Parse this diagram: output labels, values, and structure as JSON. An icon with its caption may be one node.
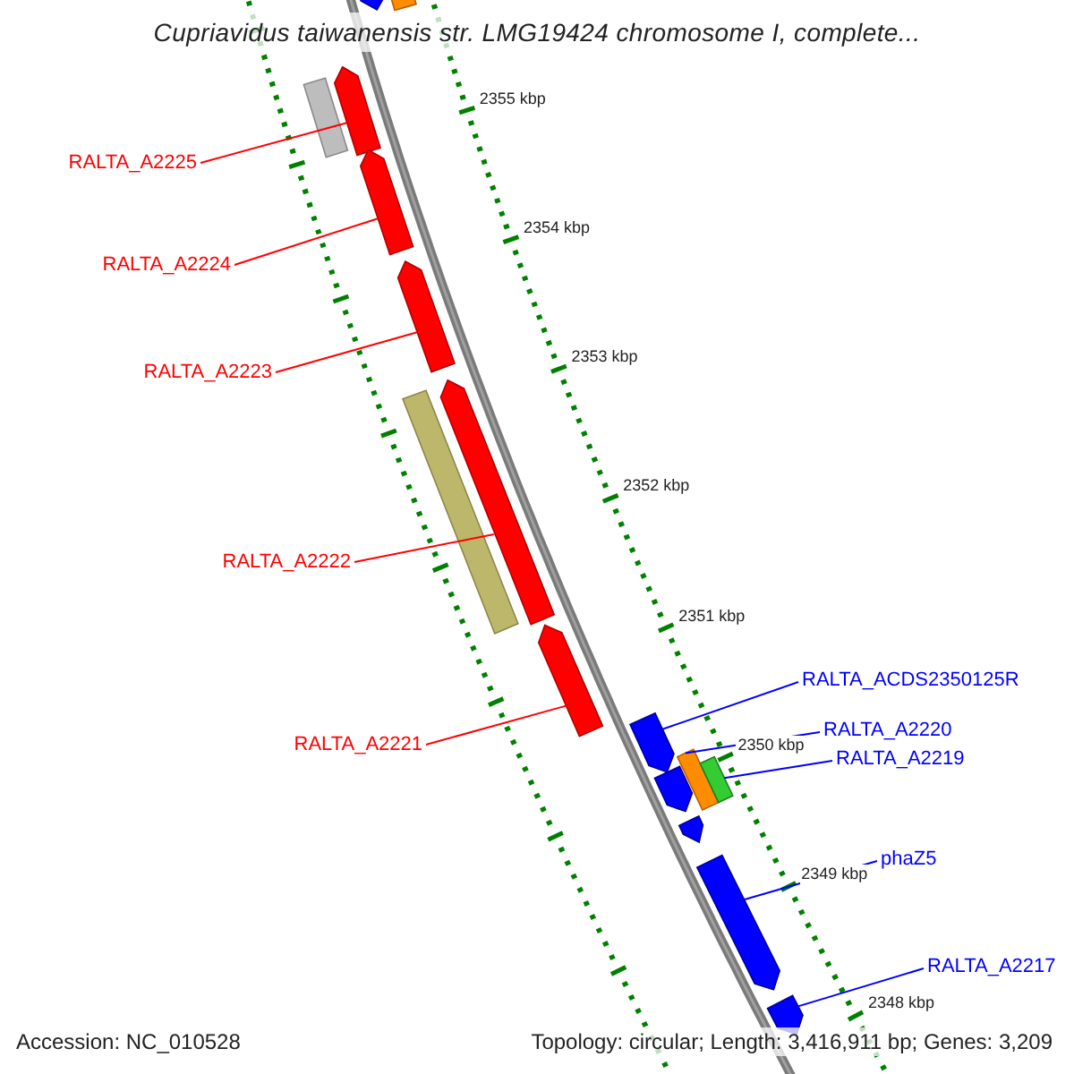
{
  "diagram": {
    "title": "Cupriavidus taiwanensis str. LMG19424 chromosome I, complete...",
    "nodes": [
      {
        "text": [
          "RALTA_A2225"
        ]
      },
      {
        "text": [
          "RALTA_A2224"
        ]
      },
      {
        "text": [
          "RALTA_A2223"
        ]
      },
      {
        "text": [
          "RALTA_A2222"
        ]
      },
      {
        "text": [
          "RALTA_ACDS2350125R"
        ]
      },
      {
        "text": [
          "RALTA_A2220"
        ]
      },
      {
        "text": [
          "RALTA_A2221"
        ]
      },
      {
        "text": [
          "RALTA_A2219"
        ]
      },
      {
        "text": [
          "phaZ5"
        ]
      },
      {
        "text": [
          "RALTA_A2217"
        ]
      },
      {
        "text": [],
        "shape": "arrow"
      },
      {
        "text": [],
        "shape": "arrow"
      },
      {
        "text": [],
        "shape": "arrow"
      },
      {
        "text": [],
        "shape": "arrow"
      },
      {
        "text": [],
        "shape": "arrow"
      },
      {
        "text": [],
        "shape": "arrow"
      },
      {
        "text": [],
        "shape": "box"
      },
      {
        "text": [],
        "shape": "box"
      },
      {
        "text": [],
        "shape": "arrow"
      },
      {
        "text": [],
        "shape": "arrow"
      },
      {
        "text": [],
        "shape": "arrow"
      },
      {
        "text": [],
        "shape": "box"
      },
      {
        "text": [],
        "shape": "box"
      },
      {
        "text": [],
        "shape": "box"
      },
      {
        "text": [],
        "shape": "arrow"
      },
      {
        "text": [],
        "shape": "arrow"
      }
    ],
    "edges": [
      {
        "from": 0,
        "to": 10,
        "arrow": "none",
        "color": "#ff0000"
      },
      {
        "from": 1,
        "to": 11,
        "arrow": "none",
        "color": "#ff0000"
      },
      {
        "from": 2,
        "to": 12,
        "arrow": "none",
        "color": "#ff0000"
      },
      {
        "from": 3,
        "to": 13,
        "arrow": "none",
        "color": "#ff0000"
      },
      {
        "from": 4,
        "to": 15,
        "arrow": "none",
        "color": "#0000ff"
      },
      {
        "from": 5,
        "to": 16,
        "arrow": "none",
        "color": "#0000ff"
      },
      {
        "from": 6,
        "to": 14,
        "arrow": "none",
        "color": "#ff0000"
      },
      {
        "from": 7,
        "to": 17,
        "arrow": "none",
        "color": "#0000ff"
      },
      {
        "from": 8,
        "to": 18,
        "arrow": "none",
        "color": "#0000ff"
      },
      {
        "from": 9,
        "to": 19,
        "arrow": "none",
        "color": "#0000ff"
      }
    ],
    "labels": [
      "2355 kbp",
      "2354 kbp",
      "2353 kbp",
      "2352 kbp",
      "2351 kbp",
      "2350 kbp",
      "2349 kbp",
      "2348 kbp",
      "Accession: NC_010528",
      "Topology: circular; Length: 3,416,911 bp; Genes: 3,209"
    ]
  }
}
